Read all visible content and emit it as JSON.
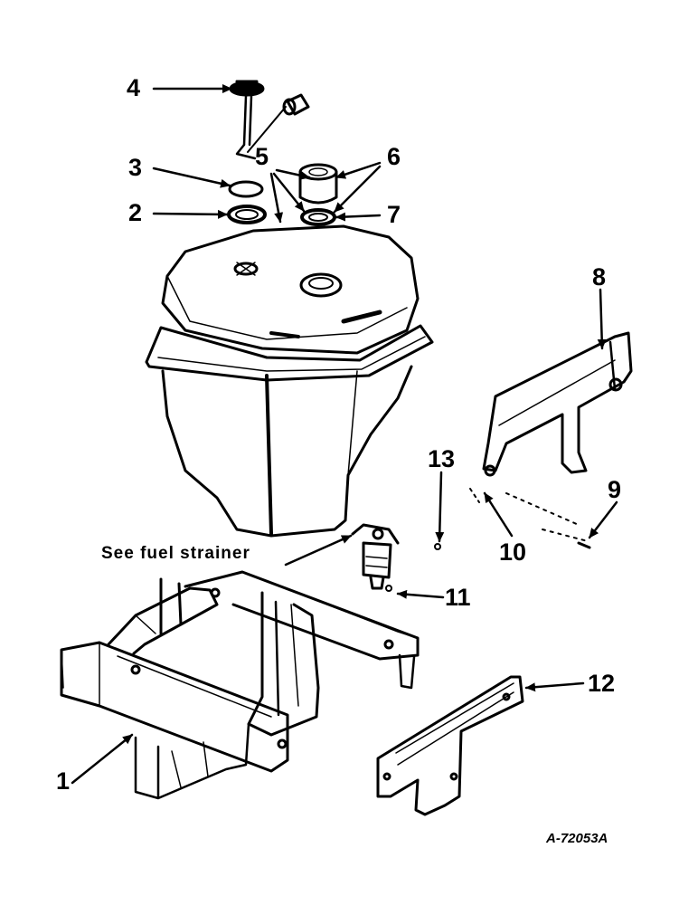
{
  "diagram": {
    "callouts": [
      "1",
      "2",
      "3",
      "4",
      "5",
      "6",
      "7",
      "8",
      "9",
      "10",
      "11",
      "12",
      "13"
    ],
    "note": "See fuel strainer",
    "drawing_id": "A-72053A"
  },
  "colors": {
    "ink": "#000000",
    "paper": "#ffffff"
  }
}
